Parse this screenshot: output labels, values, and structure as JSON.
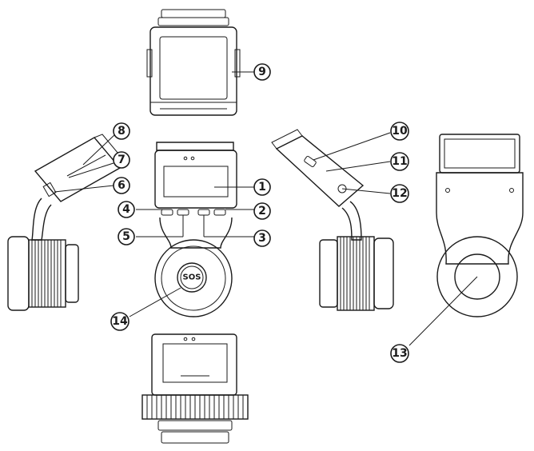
{
  "diagram": {
    "callouts": [
      "1",
      "2",
      "3",
      "4",
      "5",
      "6",
      "7",
      "8",
      "9",
      "10",
      "11",
      "12",
      "13",
      "14"
    ],
    "sos_label": "SOS"
  }
}
